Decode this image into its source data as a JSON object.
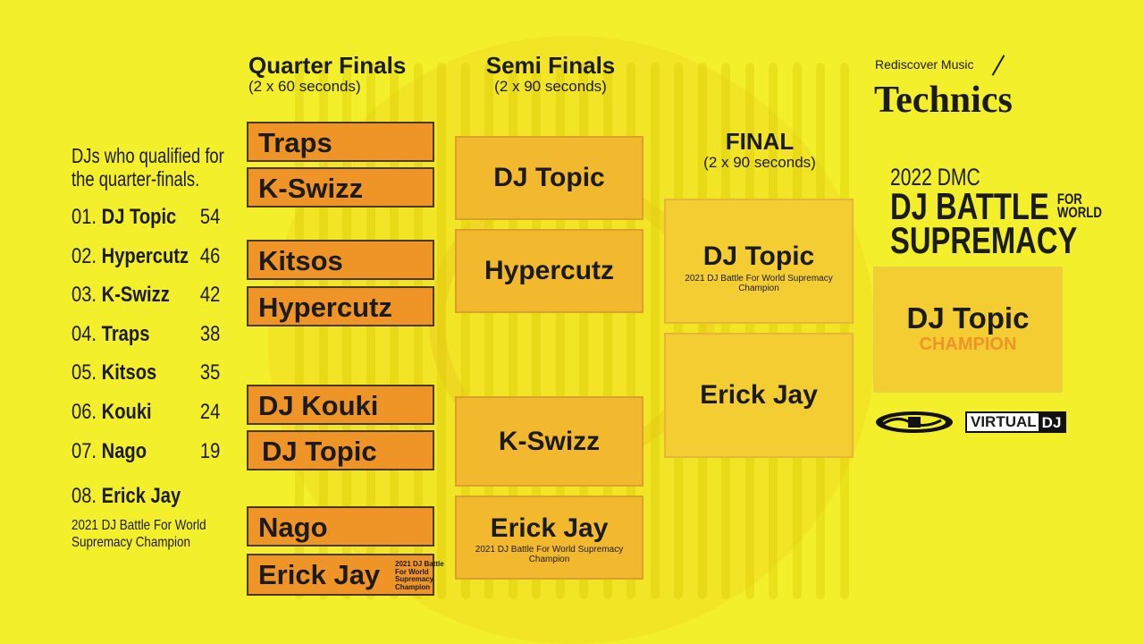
{
  "rounds": {
    "quarter": {
      "title": "Quarter Finals",
      "sub": "(2 x 60 seconds)"
    },
    "semi": {
      "title": "Semi Finals",
      "sub": "(2 x 90 seconds)"
    },
    "final": {
      "title": "FINAL",
      "sub": "(2 x 90 seconds)"
    }
  },
  "qualifiers": {
    "heading_line1": "DJs who qualified for",
    "heading_line2": "the quarter-finals.",
    "list": [
      {
        "rank": "01.",
        "name": "DJ Topic",
        "score": "54"
      },
      {
        "rank": "02.",
        "name": "Hypercutz",
        "score": "46"
      },
      {
        "rank": "03.",
        "name": "K-Swizz",
        "score": "42"
      },
      {
        "rank": "04.",
        "name": "Traps",
        "score": "38"
      },
      {
        "rank": "05.",
        "name": "Kitsos",
        "score": "35"
      },
      {
        "rank": "06.",
        "name": "Kouki",
        "score": "24"
      },
      {
        "rank": "07.",
        "name": "Nago",
        "score": "19"
      }
    ],
    "seeded": {
      "rank": "08.",
      "name": "Erick Jay",
      "note_line1": "2021 DJ Battle For World",
      "note_line2": "Supremacy Champion"
    }
  },
  "quarter_boxes": [
    "Traps",
    "K-Swizz",
    "Kitsos",
    "Hypercutz",
    "DJ Kouki",
    "DJ Topic",
    "Nago",
    "Erick Jay"
  ],
  "quarter_note": [
    "2021 DJ Battle",
    "For World",
    "Supremacy",
    "Champion"
  ],
  "semi_boxes": [
    "DJ Topic",
    "Hypercutz",
    "K-Swizz",
    "Erick Jay"
  ],
  "semi_note": "2021 DJ Battle For World Supremacy Champion",
  "final_boxes": [
    "DJ Topic",
    "Erick Jay"
  ],
  "final_note": "2021 DJ Battle For World Supremacy Champion",
  "brand": {
    "tagline": "Rediscover Music",
    "logo": "Technics",
    "event_year": "2022 DMC",
    "event_line2": "DJ BATTLE",
    "event_for": "FOR",
    "event_world": "WORLD",
    "event_line3": "SUPREMACY"
  },
  "champion": {
    "name": "DJ Topic",
    "label": "CHAMPION"
  },
  "sponsors": {
    "virtual": "VIRTUAL",
    "dj": "DJ"
  },
  "colors": {
    "background": "#f3ef2a",
    "quarter_box": "#ef9426",
    "semi_box": "#f3b92e",
    "final_box": "#f3cd32",
    "champion_label": "#ef9426"
  }
}
